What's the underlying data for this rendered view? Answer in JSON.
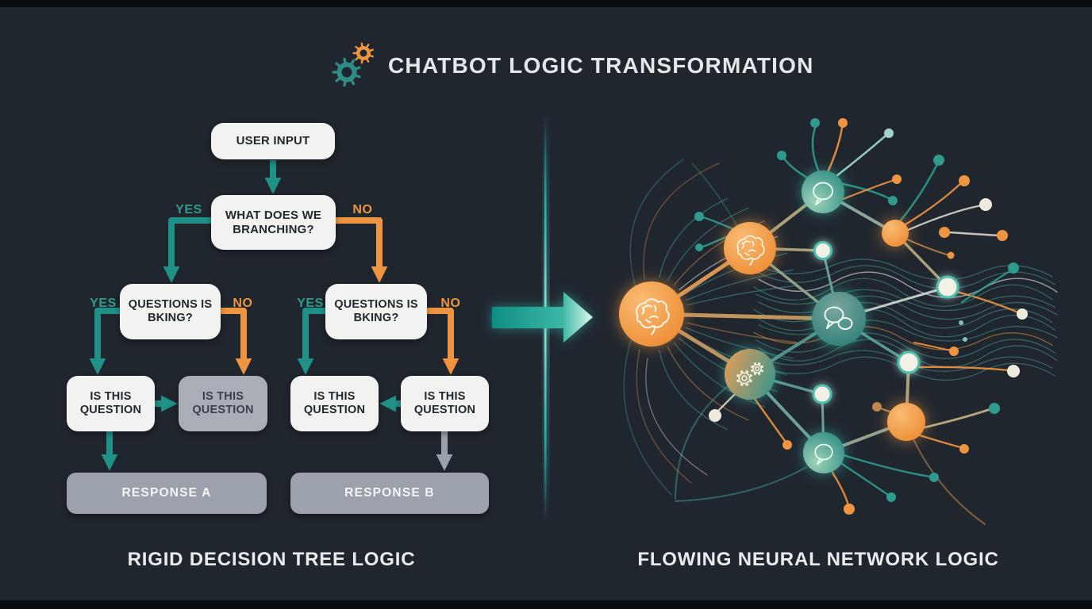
{
  "header": {
    "title": "CHATBOT LOGIC TRANSFORMATION",
    "icon": "gears-icon"
  },
  "left_panel": {
    "caption": "RIGID DECISION TREE LOGIC",
    "flowchart": {
      "root": "USER INPUT",
      "branch_question": "WHAT DOES WE BRANCHING?",
      "sub_question_left": "QUESTIONS IS BKING?",
      "sub_question_right": "QUESTIONS IS BKING?",
      "leaves": [
        "IS THIS QUESTION",
        "IS THIS QUESTION",
        "IS THIS QUESTION",
        "IS THIS QUESTION"
      ],
      "response_a": "RESPONSE A",
      "response_b": "RESPONSE B",
      "labels": {
        "yes": "YES",
        "no": "NO"
      }
    }
  },
  "center": {
    "transform_arrow": "transform-arrow-icon",
    "divider": "glowing-divider-line"
  },
  "right_panel": {
    "caption": "FLOWING NEURAL NETWORK LOGIC",
    "nodes": [
      {
        "id": "input-brain",
        "icon": "brain-icon"
      },
      {
        "id": "brain-upper",
        "icon": "brain-icon"
      },
      {
        "id": "chat-top",
        "icon": "chat-bubble-icon"
      },
      {
        "id": "hub-orange-upper",
        "icon": "plain-node"
      },
      {
        "id": "relay-1",
        "icon": "relay-node"
      },
      {
        "id": "chat-center",
        "icon": "chat-bubbles-icon"
      },
      {
        "id": "relay-right",
        "icon": "relay-node"
      },
      {
        "id": "gears",
        "icon": "gears-icon"
      },
      {
        "id": "relay-2",
        "icon": "relay-node"
      },
      {
        "id": "relay-3",
        "icon": "relay-node"
      },
      {
        "id": "hub-orange-lower",
        "icon": "plain-node"
      },
      {
        "id": "chat-bottom",
        "icon": "chat-bubble-icon"
      }
    ]
  },
  "palette": {
    "background": "#20262e",
    "teal_arrow": "#1f9187",
    "teal_label": "#2f9a8d",
    "orange": "#ef9440",
    "box_white": "#f2f3f1",
    "box_gray": "#a9aeb7",
    "response_gray": "#9ba2ac",
    "gray_arrow": "#9aa1ab",
    "divider_teal": "#2ec4b6",
    "text_light": "#e9ebec",
    "text_dark": "#212830"
  }
}
